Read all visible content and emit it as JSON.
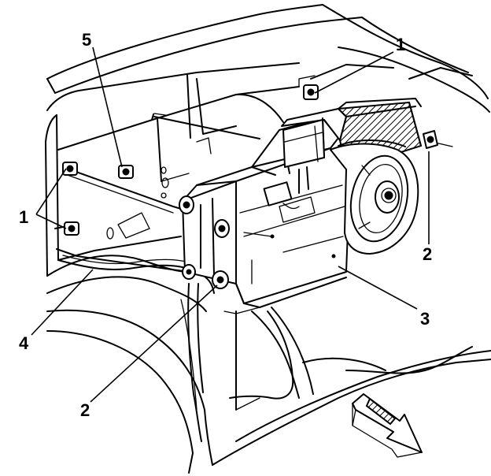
{
  "callouts": [
    {
      "id": "c1-top",
      "text": "1"
    },
    {
      "id": "c1-left",
      "text": "1"
    },
    {
      "id": "c2-right",
      "text": "2"
    },
    {
      "id": "c2-bottom",
      "text": "2"
    },
    {
      "id": "c3",
      "text": "3"
    },
    {
      "id": "c4",
      "text": "4"
    },
    {
      "id": "c5",
      "text": "5"
    }
  ]
}
